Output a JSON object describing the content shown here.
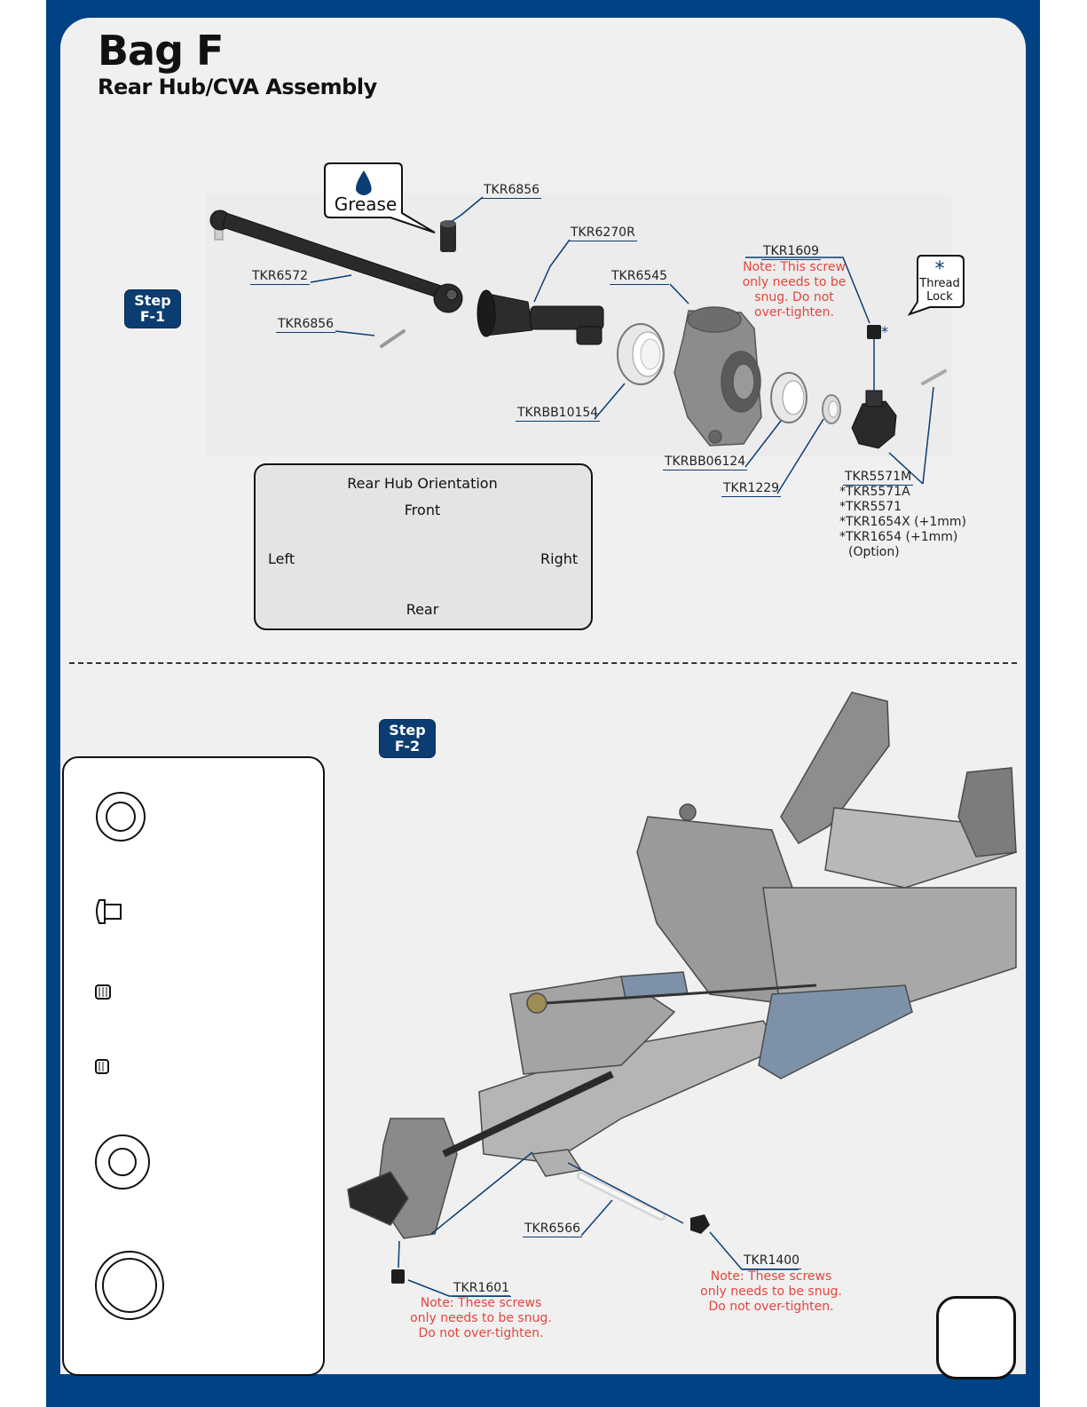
{
  "header": {
    "title": "Bag F",
    "subtitle": "Rear Hub/CVA Assembly"
  },
  "steps": {
    "f1": {
      "line1": "Step",
      "line2": "F-1"
    },
    "f2": {
      "line1": "Step",
      "line2": "F-2"
    }
  },
  "badges": {
    "grease": "Grease",
    "thread_lock_line1": "Thread",
    "thread_lock_line2": "Lock"
  },
  "step_f1": {
    "part_tkr6856_a": "TKR6856",
    "part_tkr6270r": "TKR6270R",
    "part_tkr6572": "TKR6572",
    "part_tkr6856_b": "TKR6856",
    "part_tkr6545": "TKR6545",
    "part_tkr1609": "TKR1609",
    "note_tkr1609": "Note: This screw\nonly needs to be\nsnug. Do not\nover-tighten.",
    "part_tkrbb10154": "TKRBB10154",
    "part_tkrbb06124": "TKRBB06124",
    "part_tkr1229": "TKR1229",
    "part_tkr5571m": "TKR5571M",
    "options": [
      "*TKR5571A",
      "*TKR5571",
      "*TKR1654X (+1mm)",
      "*TKR1654 (+1mm)",
      "(Option)"
    ]
  },
  "orientation": {
    "title": "Rear Hub Orientation",
    "front": "Front",
    "rear": "Rear",
    "left": "Left",
    "right": "Right"
  },
  "step_f2": {
    "part_tkr6566": "TKR6566",
    "part_tkr1400": "TKR1400",
    "note_tkr1400": "Note: These screws\nonly needs to be snug.\nDo not over-tighten.",
    "part_tkr1601": "TKR1601",
    "note_tkr1601": "Note: These screws\nonly needs to be snug.\nDo not over-tighten."
  },
  "parts_box": {
    "icons": [
      "bearing-icon",
      "button-head-screw-icon",
      "set-screw-icon",
      "short-set-screw-icon",
      "washer-icon",
      "large-bearing-icon"
    ]
  },
  "colors": {
    "frame": "#004283",
    "step_badge": "#0b3d72",
    "note": "#e2463d",
    "leader": "#0b3d72"
  }
}
